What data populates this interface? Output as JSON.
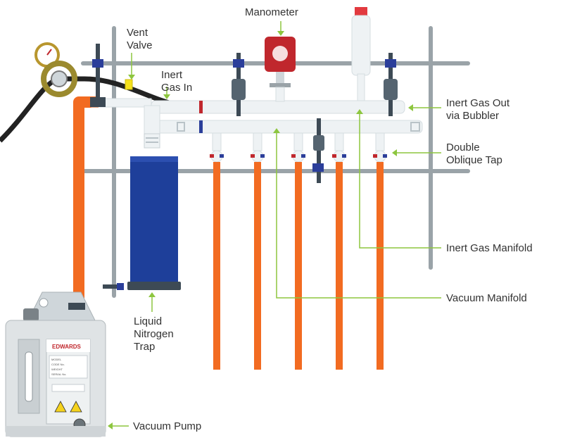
{
  "labels": {
    "manometer": "Manometer",
    "vent_valve": "Vent\nValve",
    "inert_gas_in": "Inert\nGas In",
    "inert_gas_out": "Inert Gas Out\nvia Bubbler",
    "double_oblique_tap": "Double\nOblique Tap",
    "inert_gas_manifold": "Inert Gas Manifold",
    "vacuum_manifold": "Vacuum Manifold",
    "liquid_nitrogen_trap": "Liquid\nNitrogen\nTrap",
    "vacuum_pump": "Vacuum Pump"
  },
  "pump": {
    "brand": "EDWARDS",
    "plate_lines": [
      "MODEL",
      "CODE No.",
      "WEIGHT",
      "SERIAL No."
    ]
  },
  "colors": {
    "frame": "#9aa3a8",
    "glass": "#eef2f4",
    "tubing_orange": "#f26b21",
    "trap_blue": "#1e3f9a",
    "manometer_red": "#c0272d",
    "leader_green": "#8dc63f",
    "valve_dark": "#3d4a55"
  }
}
